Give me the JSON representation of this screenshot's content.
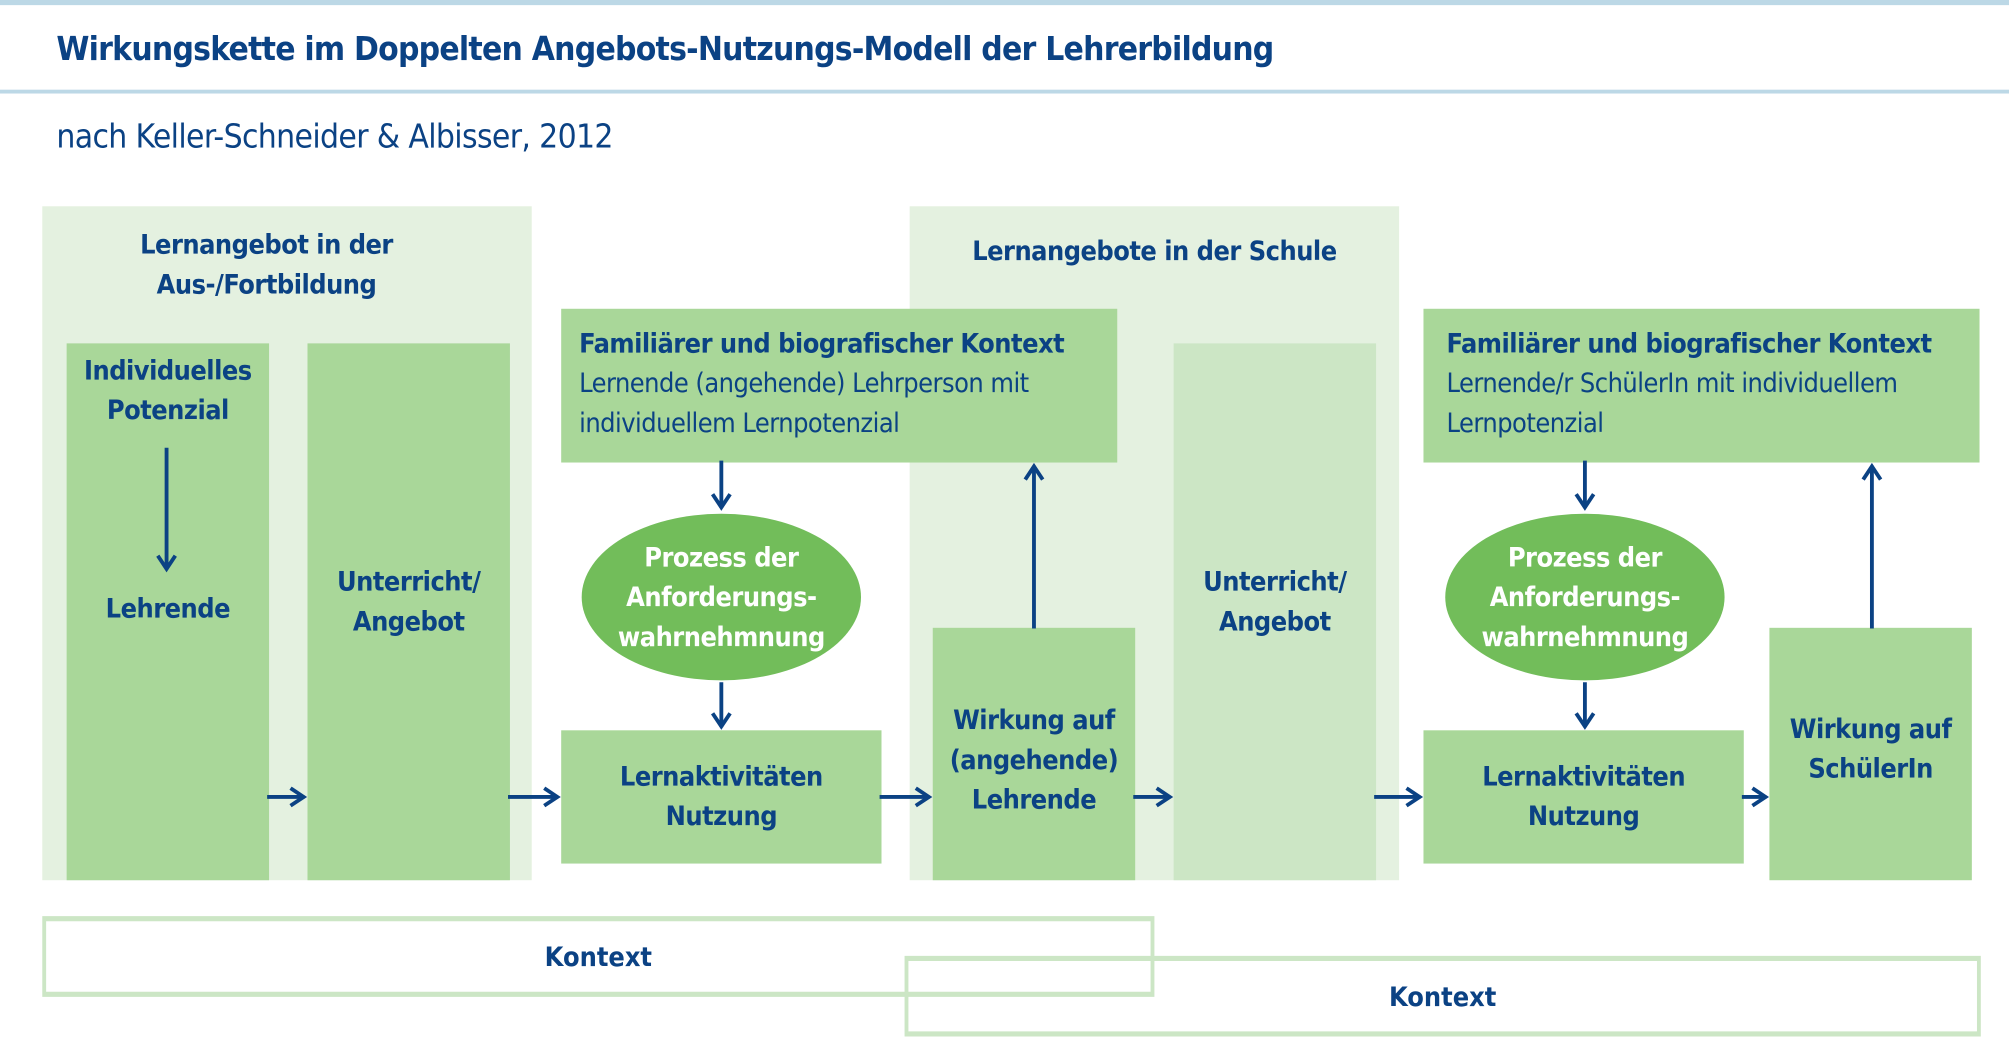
{
  "header": {
    "title": "Wirkungskette im Doppelten Angebots-Nutzungs-Modell der Lehrerbildung",
    "subtitle": "nach Keller-Schneider & Albisser, 2012"
  },
  "colors": {
    "text_blue": "#0b4284",
    "panel_light": "#e4f1e0",
    "box_green": "#a9d799",
    "box_pale": "#cce6c5",
    "ellipse_green": "#72bd5a",
    "rule_blue": "#bcd8e6"
  },
  "diagram": {
    "panel_ausbildung": {
      "heading_line1": "Lernangebot in der",
      "heading_line2": "Aus-/Fortbildung"
    },
    "panel_schule": {
      "heading": "Lernangebote in der Schule"
    },
    "individuelles_potenzial": {
      "line1": "Individuelles",
      "line2": "Potenzial",
      "lower": "Lehrende"
    },
    "unterricht_1": {
      "line1": "Unterricht/",
      "line2": "Angebot"
    },
    "unterricht_2": {
      "line1": "Unterricht/",
      "line2": "Angebot"
    },
    "kontext_lehrperson": {
      "heading": "Familiärer und biografischer Kontext",
      "line1": "Lernende (angehende) Lehrperson mit",
      "line2": "individuellem Lernpotenzial"
    },
    "kontext_schueler": {
      "heading": "Familiärer und biografischer Kontext",
      "line1": "Lernende/r SchülerIn mit individuellem",
      "line2": "Lernpotenzial"
    },
    "prozess_1": {
      "line1": "Prozess der",
      "line2": "Anforderungs-",
      "line3": "wahrnehmnung"
    },
    "prozess_2": {
      "line1": "Prozess der",
      "line2": "Anforderungs-",
      "line3": "wahrnehmnung"
    },
    "lernaktivitaeten_1": {
      "line1": "Lernaktivitäten",
      "line2": "Nutzung"
    },
    "lernaktivitaeten_2": {
      "line1": "Lernaktivitäten",
      "line2": "Nutzung"
    },
    "wirkung_lehrende": {
      "line1": "Wirkung auf",
      "line2": "(angehende)",
      "line3": "Lehrende"
    },
    "wirkung_schueler": {
      "line1": "Wirkung auf",
      "line2": "SchülerIn"
    },
    "kontext_bottom_1": "Kontext",
    "kontext_bottom_2": "Kontext"
  }
}
